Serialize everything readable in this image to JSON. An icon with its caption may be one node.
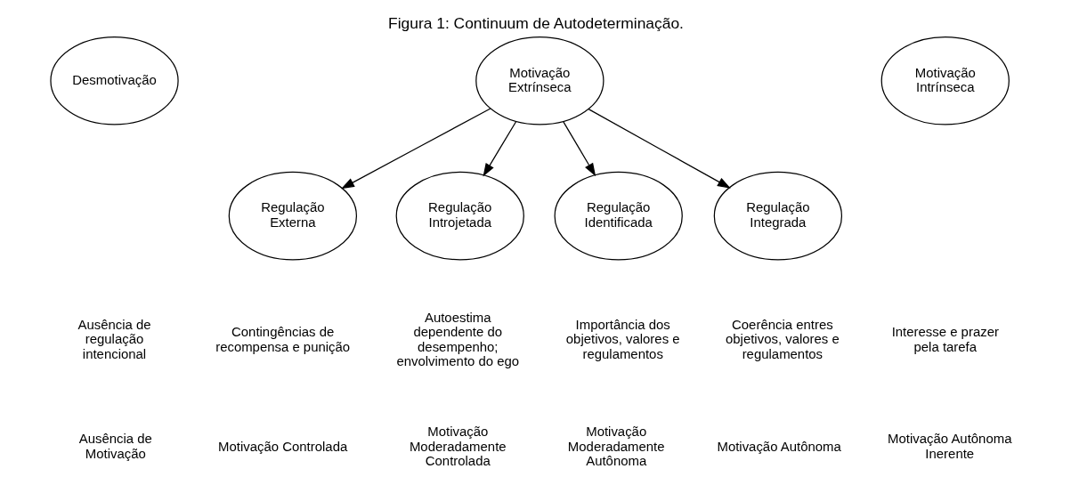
{
  "diagram": {
    "title": "Figura 1: Continuum de Autodeterminação.",
    "nodes": [
      {
        "text": [
          "Desmotivação"
        ]
      },
      {
        "text": [
          "Motivação Extrínseca"
        ]
      },
      {
        "text": [
          "Motivação Intrínseca"
        ]
      },
      {
        "text": [
          "Regulação Externa"
        ]
      },
      {
        "text": [
          "Regulação Introjetada"
        ]
      },
      {
        "text": [
          "Regulação Identificada"
        ]
      },
      {
        "text": [
          "Regulação Integrada"
        ]
      }
    ],
    "edges": [
      {
        "from": 1,
        "to": 3,
        "arrow": "to"
      },
      {
        "from": 1,
        "to": 4,
        "arrow": "to"
      },
      {
        "from": 1,
        "to": 5,
        "arrow": "to"
      },
      {
        "from": 1,
        "to": 6,
        "arrow": "to"
      }
    ],
    "labels": [
      "Ausência de regulação intencional",
      "Contingências de recompensa e punição",
      "Autoestima dependente do desempenho; envolvimento do ego",
      "Importância dos objetivos, valores e regulamentos",
      "Coerência entres objetivos, valores e regulamentos",
      "Interesse e prazer pela tarefa",
      "Ausência de Motivação",
      "Motivação Controlada",
      "Motivação Moderadamente Controlada",
      "Motivação Moderadamente Autônoma",
      "Motivação Autônoma",
      "Motivação Autônoma Inerente"
    ]
  }
}
